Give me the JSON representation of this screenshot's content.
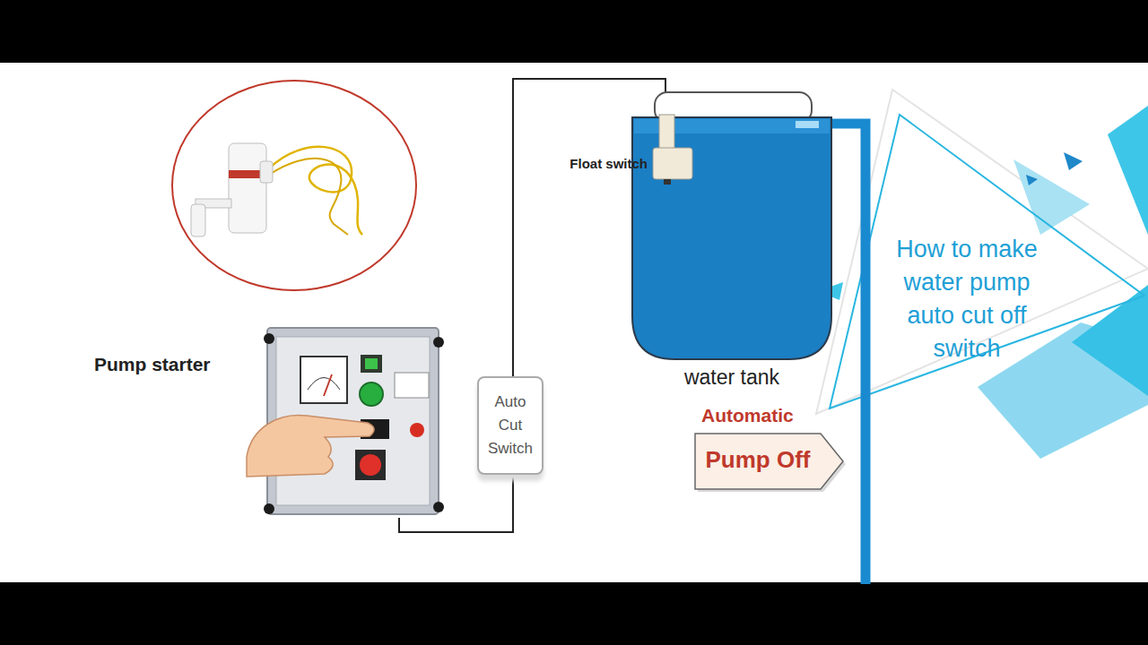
{
  "diagram": {
    "title": "How to make water pump auto cut off switch",
    "nodes": [
      {
        "text": [
          "water tank"
        ]
      },
      {
        "text": [
          "Float switch"
        ],
        "in": 0
      },
      {
        "text": [
          "Pump starter"
        ]
      },
      {
        "text": [
          "Auto Cut Switch"
        ]
      },
      {
        "text": [
          "Pump Off"
        ]
      }
    ],
    "edges": [
      {
        "from": 2,
        "to": 3,
        "arrow": "none"
      },
      {
        "from": 3,
        "to": 1,
        "arrow": "none"
      }
    ],
    "labels": [
      "Automatic"
    ]
  }
}
